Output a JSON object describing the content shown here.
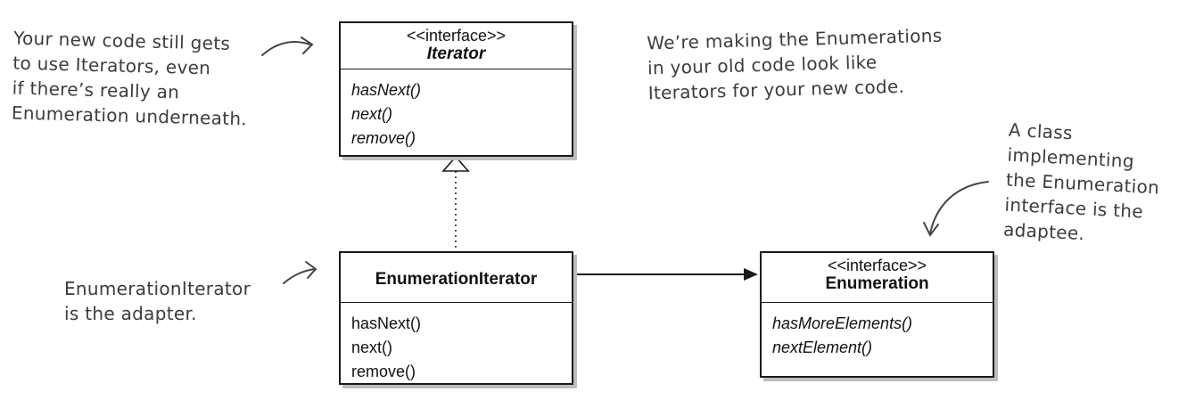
{
  "iterator_class": {
    "stereotype": "<<interface>>",
    "name": "Iterator",
    "methods": [
      "hasNext()",
      "next()",
      "remove()"
    ]
  },
  "adapter_class": {
    "name": "EnumerationIterator",
    "methods": [
      "hasNext()",
      "next()",
      "remove()"
    ]
  },
  "enumeration_class": {
    "stereotype": "<<interface>>",
    "name": "Enumeration",
    "methods": [
      "hasMoreElements()",
      "nextElement()"
    ]
  },
  "notes": {
    "iterators": [
      "Your new code still gets",
      "to use Iterators, even",
      "if there’s really an",
      "Enumeration underneath."
    ],
    "enumerations": [
      "We’re making the Enumerations",
      "in your old code look like",
      "Iterators for your new code."
    ],
    "adaptee": [
      "A class",
      "implementing",
      "the Enumeration",
      "interface is the",
      "adaptee."
    ],
    "adapter": [
      "EnumerationIterator",
      "is the adapter."
    ]
  },
  "colors": {
    "box_border": "#1a1a1a",
    "box_shadow": "#bdbdbd",
    "note_text": "#3c3c3c"
  }
}
